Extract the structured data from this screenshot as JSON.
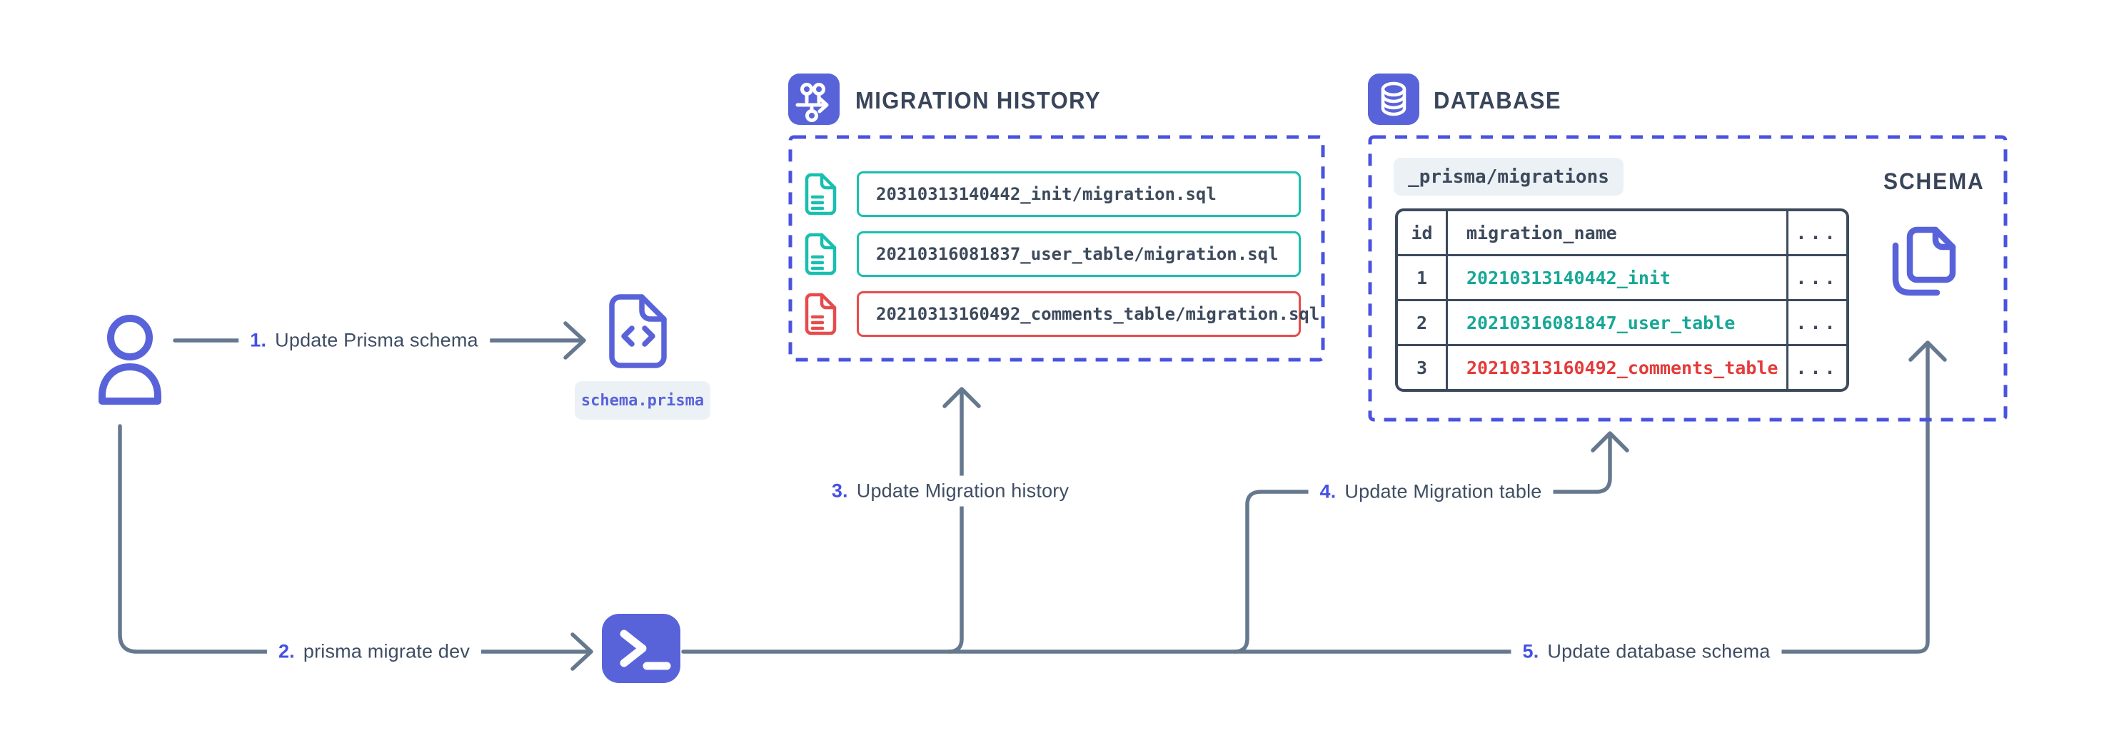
{
  "colors": {
    "purple_icon": "#5963d9",
    "dashed_border": "#4a52e0",
    "step_number": "#4450e6",
    "slate_text": "#3d4a5c",
    "title_text": "#39455a",
    "flow_line": "#66788e",
    "teal": "#19bfae",
    "teal_text": "#17a796",
    "red": "#e64c4c",
    "red_text": "#e53b3b",
    "badge_bg": "#ecf1f6"
  },
  "icons": {
    "user": "user-icon",
    "schema_file": "code-file-icon",
    "terminal": "terminal-icon",
    "migration_history": "git-flow-icon",
    "database": "database-icon",
    "schema_pages": "copy-pages-icon",
    "file_ok": "document-lines-icon-teal",
    "file_err": "document-lines-icon-red"
  },
  "step_labels": [
    {
      "num": "1.",
      "text": "Update Prisma schema"
    },
    {
      "num": "2.",
      "text": "prisma migrate dev"
    },
    {
      "num": "3.",
      "text": "Update Migration history"
    },
    {
      "num": "4.",
      "text": "Update Migration table"
    },
    {
      "num": "5.",
      "text": "Update database schema"
    }
  ],
  "schema_file": {
    "badge": "schema.prisma"
  },
  "migration_history": {
    "title": "MIGRATION HISTORY",
    "files": [
      {
        "name": "20310313140442_init/migration.sql",
        "status": "ok"
      },
      {
        "name": "20210316081837_user_table/migration.sql",
        "status": "ok"
      },
      {
        "name": "20210313160492_comments_table/migration.sql",
        "status": "error"
      }
    ]
  },
  "database": {
    "title": "DATABASE",
    "migrations_table_label": "_prisma/migrations",
    "schema_label": "SCHEMA",
    "table": {
      "headers": {
        "id": "id",
        "name": "migration_name",
        "more": "..."
      },
      "rows": [
        {
          "id": "1",
          "name": "20210313140442_init",
          "more": "...",
          "status": "ok"
        },
        {
          "id": "2",
          "name": "20210316081847_user_table",
          "more": "...",
          "status": "ok"
        },
        {
          "id": "3",
          "name": "20210313160492_comments_table",
          "more": "...",
          "status": "error"
        }
      ]
    }
  }
}
